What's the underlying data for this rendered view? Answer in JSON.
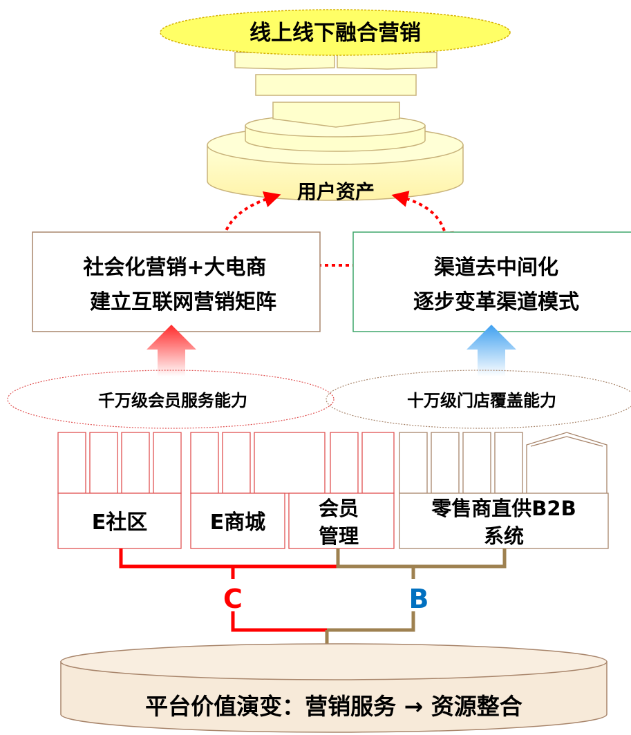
{
  "top_goal": "线上线下融合营销",
  "user_assets": "用户资产",
  "social_marketing": {
    "line1": "社会化营销+大电商",
    "line2": "建立互联网营销矩阵"
  },
  "channel": {
    "line1": "渠道去中间化",
    "line2": "逐步变革渠道模式"
  },
  "member_service": "千万级会员服务能力",
  "store_coverage": "十万级门店覆盖能力",
  "modules": {
    "e_community": "E社区",
    "e_mall": "E商城",
    "member_mgmt_line1": "会员",
    "member_mgmt_line2": "管理",
    "retailer_line1": "零售商直供B2B",
    "retailer_line2": "系统"
  },
  "letter_c": "C",
  "letter_b": "B",
  "platform": "平台价值演变：营销服务 → 资源整合",
  "colors": {
    "red": "#ff0000",
    "brown": "#9e8150",
    "blue": "#0070c0",
    "yellow_fill": "#ffffcc",
    "ellipse_yellow": "#ffff66",
    "cylinder_fill": "#f7ead9",
    "box_border_left": "#a8856b",
    "box_border_right": "#3da66a"
  }
}
